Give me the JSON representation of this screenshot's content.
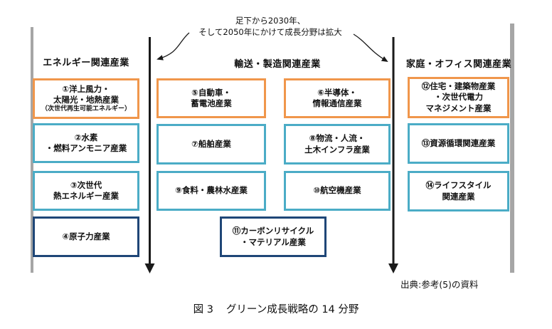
{
  "colors": {
    "orange": "#F0964B",
    "teal": "#4BACC6",
    "navy": "#1F4677",
    "gray_bar": "#A6A6A6",
    "arrow": "#1a1a1a"
  },
  "annotation": {
    "line1": "足下から2030年、",
    "line2": "そして2050年にかけて成長分野は拡大"
  },
  "columns": [
    {
      "header": "エネルギー関連産業",
      "boxes": [
        {
          "style": "orange",
          "lines": [
            "①洋上風力・",
            "太陽光・地熱産業"
          ],
          "note": "（次世代再生可能エネルギー）"
        },
        {
          "style": "teal",
          "lines": [
            "②水素",
            "・燃料アンモニア産業"
          ]
        },
        {
          "style": "teal",
          "lines": [
            "③次世代",
            "熱エネルギー産業"
          ]
        },
        {
          "style": "navy",
          "lines": [
            "④原子力産業"
          ]
        }
      ]
    },
    {
      "header": "輸送・製造関連産業",
      "boxes_left": [
        {
          "style": "orange",
          "lines": [
            "⑤自動車・",
            "蓄電池産業"
          ]
        },
        {
          "style": "teal",
          "lines": [
            "⑦船舶産業"
          ]
        },
        {
          "style": "teal",
          "lines": [
            "⑨食料・農林水産業"
          ]
        }
      ],
      "boxes_right": [
        {
          "style": "orange",
          "lines": [
            "⑥半導体・",
            "情報通信産業"
          ]
        },
        {
          "style": "teal",
          "lines": [
            "⑧物流・人流・",
            "土木インフラ産業"
          ]
        },
        {
          "style": "teal",
          "lines": [
            "⑩航空機産業"
          ]
        }
      ],
      "box_bottom": {
        "style": "navy",
        "lines": [
          "⑪カーボンリサイクル",
          "・マテリアル産業"
        ]
      }
    },
    {
      "header": "家庭・オフィス関連産業",
      "boxes": [
        {
          "style": "orange",
          "lines": [
            "⑫住宅・建築物産業",
            "・次世代電力",
            "マネジメント産業"
          ]
        },
        {
          "style": "teal",
          "lines": [
            "⑬資源循環関連産業"
          ]
        },
        {
          "style": "teal",
          "lines": [
            "⑭ライフスタイル",
            "関連産業"
          ]
        }
      ]
    }
  ],
  "source_note": "出典:参考(5)の資料",
  "caption": {
    "label": "図 3",
    "title": "グリーン成長戦略の 14 分野"
  }
}
